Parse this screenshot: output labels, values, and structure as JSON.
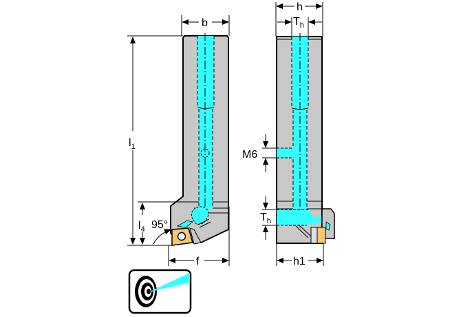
{
  "drawing": {
    "colors": {
      "body": "#c8c8c8",
      "coolant": "#33ffff",
      "insert": "#f5c870",
      "line": "#000000"
    },
    "side_view": {
      "dim_b": "b",
      "dim_l1_main": "l",
      "dim_l1_sub": "1",
      "dim_l4_main": "l",
      "dim_l4_sub": "4",
      "angle": "95°",
      "dim_f": "f"
    },
    "front_view": {
      "dim_h": "h",
      "dim_th_top_main": "T",
      "dim_th_top_sub": "h",
      "thread": "M6",
      "dim_th_main": "T",
      "dim_th_sub": "h",
      "dim_h1": "h1"
    },
    "icon": "internal-coolant-target-icon"
  }
}
